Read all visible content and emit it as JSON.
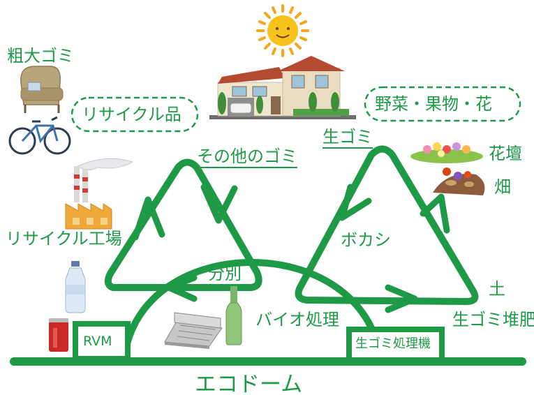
{
  "labels": {
    "sodai_gomi": "粗大ゴミ",
    "recycle_goods": "リサイクル品",
    "recycle_factory": "リサイクル工場",
    "sonota_gomi": "その他のゴミ",
    "bunbetsu": "分別",
    "rvm": "RVM",
    "bio": "バイオ処理",
    "nama_gomi_machine": "生ゴミ処理機",
    "eco_dome": "エコドーム",
    "yasai": "野菜・果物・花",
    "nama_gomi": "生ゴミ",
    "kadan": "花壇",
    "hatake": "畑",
    "bokashi": "ボカシ",
    "tsuchi": "土",
    "compost": "生ゴミ堆肥"
  },
  "colors": {
    "green": "#1e9a46",
    "sun": "#f5b81c",
    "house_roof": "#b44a2e",
    "house_wall": "#efe6cf"
  },
  "icons": [
    "sun-icon",
    "house-icon",
    "sofa-icon",
    "bicycle-icon",
    "factory-icon",
    "plastic-bottle-icon",
    "can-icon",
    "newspaper-icon",
    "glass-bottle-icon",
    "flowerbed-icon",
    "vegetables-icon"
  ]
}
